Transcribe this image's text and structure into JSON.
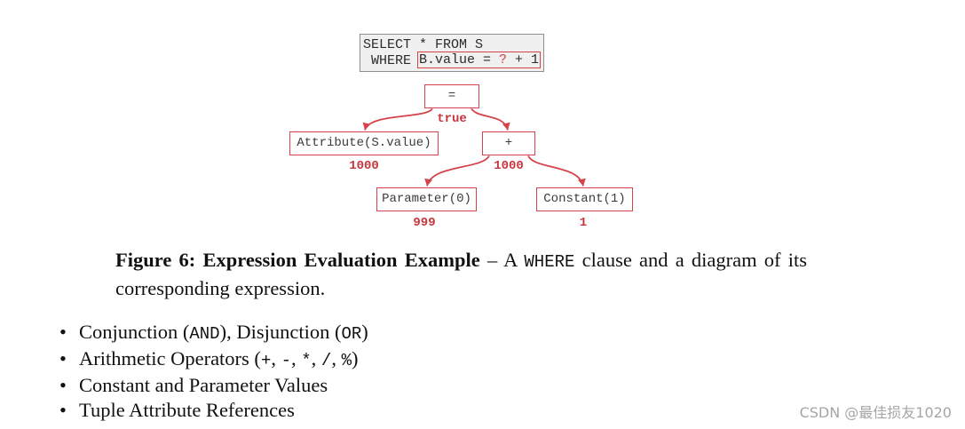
{
  "sql": {
    "line1": "SELECT * FROM S",
    "line2_keyword": "WHERE",
    "predicate_lhs": "B.value = ",
    "predicate_param": "?",
    "predicate_rhs": " + 1"
  },
  "expression_tree": {
    "nodes": [
      {
        "label": "=",
        "value": "true"
      },
      {
        "label": "Attribute(S.value)",
        "value": "1000"
      },
      {
        "label": "+",
        "value": "1000"
      },
      {
        "label": "Parameter(0)",
        "value": "999"
      },
      {
        "label": "Constant(1)",
        "value": "1"
      }
    ]
  },
  "caption": {
    "title": "Figure 6: Expression Evaluation Example",
    "dash_a": "– A",
    "code": "WHERE",
    "line1_rest": "clause and a diagram of its",
    "line2": "corresponding expression."
  },
  "list_marker": "•",
  "bullets": [
    {
      "parts": [
        "Conjunction (",
        "AND",
        "), Disjunction (",
        "OR",
        ")"
      ]
    },
    {
      "parts": [
        "Arithmetic Operators (",
        "+",
        ", ",
        "-",
        ", ",
        "*",
        ", ",
        "/",
        ", ",
        "%",
        ")"
      ]
    },
    {
      "parts": [
        "Constant and Parameter Values"
      ]
    },
    {
      "parts": [
        "Tuple Attribute References"
      ]
    }
  ],
  "watermark": "CSDN @最佳损友1020",
  "colors": {
    "node_border": "#d5424a",
    "node_value": "#c8353d",
    "sql_box_fill": "#f0f0f0",
    "sql_box_border": "#8f8f8f",
    "text": "#111111",
    "watermark": "#a5a5a5"
  }
}
